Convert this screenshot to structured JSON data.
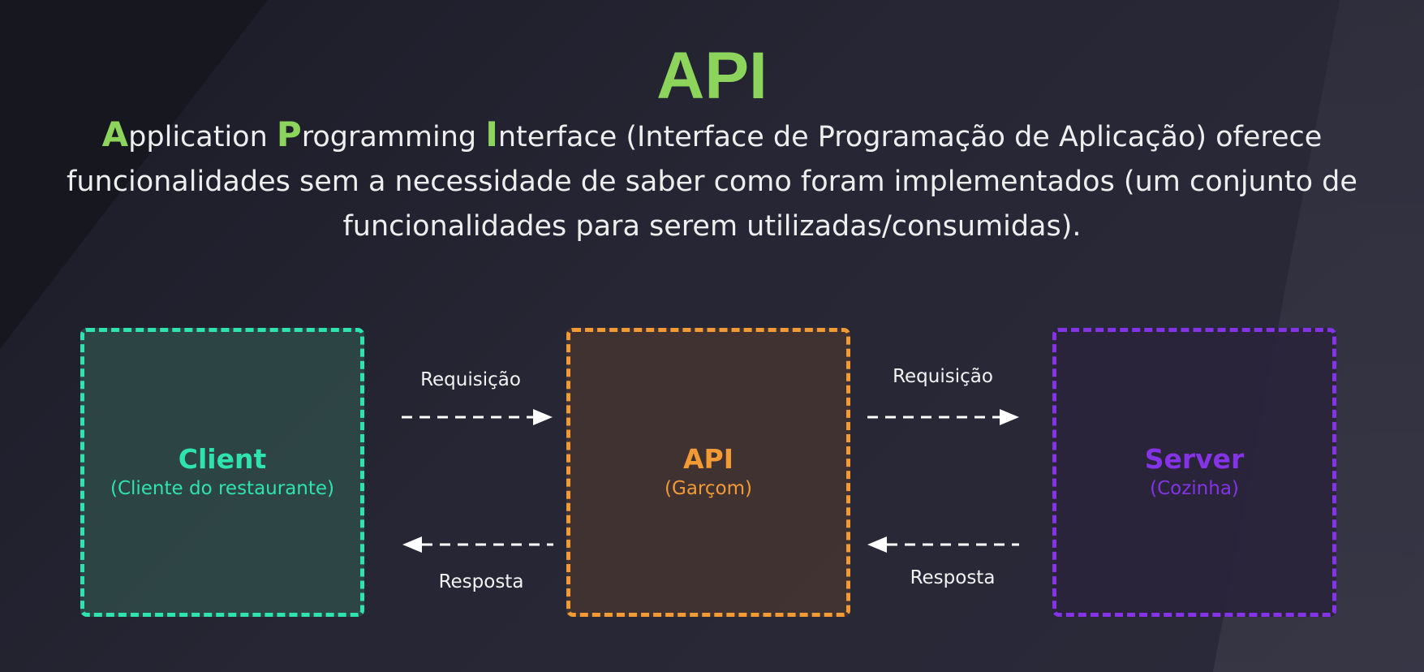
{
  "title": "API",
  "description": {
    "acronym": [
      {
        "letter": "A",
        "rest": "pplication "
      },
      {
        "letter": "P",
        "rest": "rogramming "
      },
      {
        "letter": "I",
        "rest": "nterface"
      }
    ],
    "text": " (Interface de Programação de Aplicação) oferece funcionalidades sem a necessidade de saber como foram implementados (um conjunto de funcionalidades para serem utilizadas/consumidas)."
  },
  "boxes": {
    "client": {
      "name": "Client",
      "subtitle": "(Cliente do restaurante)",
      "color": "#2fe3b0"
    },
    "api": {
      "name": "API",
      "subtitle": "(Garçom)",
      "color": "#f29a35"
    },
    "server": {
      "name": "Server",
      "subtitle": "(Cozinha)",
      "color": "#8533e6"
    }
  },
  "arrows": {
    "client_to_api": {
      "label": "Requisição",
      "direction": "right"
    },
    "api_to_server": {
      "label": "Requisição",
      "direction": "right"
    },
    "api_to_client": {
      "label": "Resposta",
      "direction": "left"
    },
    "server_to_api": {
      "label": "Resposta",
      "direction": "left"
    }
  },
  "colors": {
    "accent": "#8dd45c",
    "arrow": "#ffffff"
  }
}
